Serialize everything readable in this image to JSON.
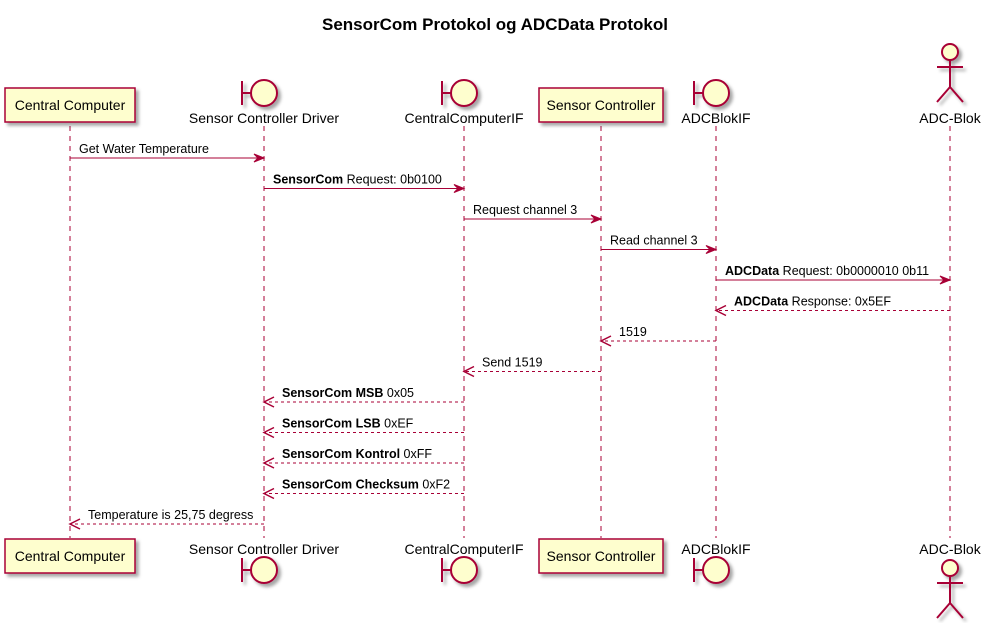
{
  "title": "SensorCom Protokol og ADCData Protokol",
  "colors": {
    "participant_fill": "#FEFECE",
    "participant_border": "#A80036",
    "line": "#A80036",
    "lifeline": "#A80036",
    "text": "#000000"
  },
  "participants": [
    {
      "name": "Central Computer",
      "kind": "box"
    },
    {
      "name": "Sensor Controller Driver",
      "kind": "boundary"
    },
    {
      "name": "CentralComputerIF",
      "kind": "boundary"
    },
    {
      "name": "Sensor Controller",
      "kind": "box"
    },
    {
      "name": "ADCBlokIF",
      "kind": "boundary"
    },
    {
      "name": "ADC-Blok",
      "kind": "actor"
    }
  ],
  "messages": [
    {
      "from": 0,
      "to": 1,
      "type": "sync",
      "parts": [
        {
          "text": "Get Water Temperature",
          "bold": false
        }
      ]
    },
    {
      "from": 1,
      "to": 2,
      "type": "sync",
      "parts": [
        {
          "text": "SensorCom",
          "bold": true
        },
        {
          "text": " Request: 0b0100",
          "bold": false
        }
      ]
    },
    {
      "from": 2,
      "to": 3,
      "type": "sync",
      "parts": [
        {
          "text": "Request channel 3",
          "bold": false
        }
      ]
    },
    {
      "from": 3,
      "to": 4,
      "type": "sync",
      "parts": [
        {
          "text": "Read channel 3",
          "bold": false
        }
      ]
    },
    {
      "from": 4,
      "to": 5,
      "type": "sync",
      "parts": [
        {
          "text": "ADCData",
          "bold": true
        },
        {
          "text": " Request: 0b0000010 0b11",
          "bold": false
        }
      ]
    },
    {
      "from": 5,
      "to": 4,
      "type": "return",
      "parts": [
        {
          "text": "ADCData",
          "bold": true
        },
        {
          "text": " Response: 0x5EF",
          "bold": false
        }
      ]
    },
    {
      "from": 4,
      "to": 3,
      "type": "return",
      "parts": [
        {
          "text": "1519",
          "bold": false
        }
      ]
    },
    {
      "from": 3,
      "to": 2,
      "type": "return",
      "parts": [
        {
          "text": "Send 1519",
          "bold": false
        }
      ]
    },
    {
      "from": 2,
      "to": 1,
      "type": "return",
      "parts": [
        {
          "text": "SensorCom MSB",
          "bold": true
        },
        {
          "text": " 0x05",
          "bold": false
        }
      ]
    },
    {
      "from": 2,
      "to": 1,
      "type": "return",
      "parts": [
        {
          "text": "SensorCom LSB",
          "bold": true
        },
        {
          "text": " 0xEF",
          "bold": false
        }
      ]
    },
    {
      "from": 2,
      "to": 1,
      "type": "return",
      "parts": [
        {
          "text": "SensorCom Kontrol",
          "bold": true
        },
        {
          "text": " 0xFF",
          "bold": false
        }
      ]
    },
    {
      "from": 2,
      "to": 1,
      "type": "return",
      "parts": [
        {
          "text": "SensorCom Checksum",
          "bold": true
        },
        {
          "text": " 0xF2",
          "bold": false
        }
      ]
    },
    {
      "from": 1,
      "to": 0,
      "type": "return",
      "parts": [
        {
          "text": "Temperature is 25,75 degress",
          "bold": false
        }
      ]
    }
  ]
}
